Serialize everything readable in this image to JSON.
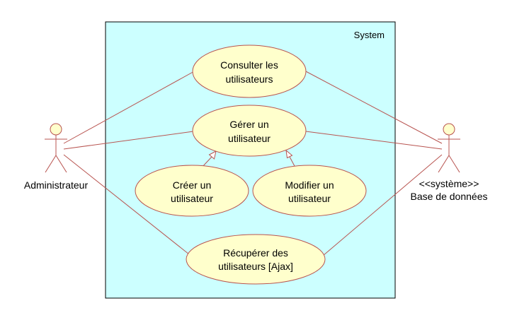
{
  "system": {
    "label": "System",
    "fill": "#ccffff",
    "stroke": "#000000"
  },
  "style": {
    "usecase_fill": "#ffffcc",
    "line_color": "#b85450"
  },
  "actors": {
    "admin": {
      "label": "Administrateur",
      "icon": "stick-figure-actor"
    },
    "db": {
      "stereotype": "<<système>>",
      "label": "Base de données",
      "icon": "stick-figure-actor"
    }
  },
  "usecases": {
    "consulter": [
      "Consulter les",
      "utilisateurs"
    ],
    "gerer": [
      "Gérer un",
      "utilisateur"
    ],
    "creer": [
      "Créer un",
      "utilisateur"
    ],
    "modifier": [
      "Modifier un",
      "utilisateur"
    ],
    "recuperer": [
      "Récupérer des",
      "utilisateurs [Ajax]"
    ]
  }
}
